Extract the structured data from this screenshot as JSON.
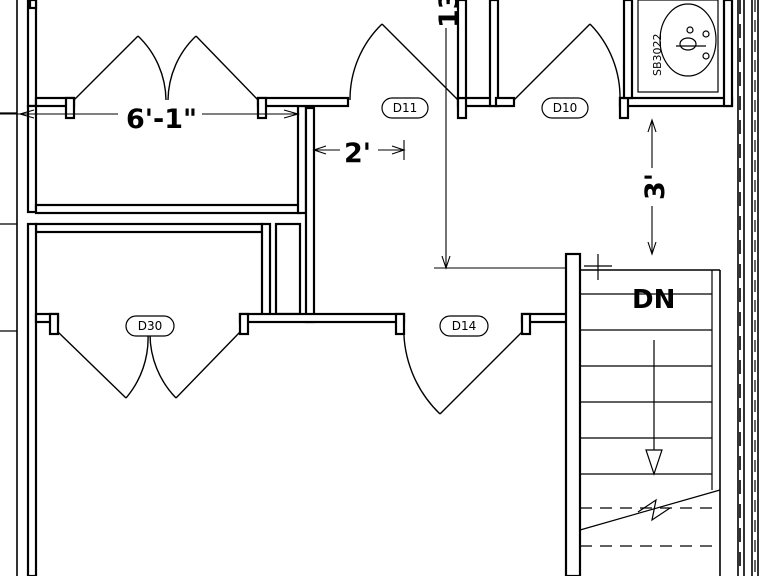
{
  "dimensions": {
    "width_a": "6'-1\"",
    "gap_a": "2'",
    "clearance_a": "3'",
    "height_partial": "13"
  },
  "doors": {
    "d11": "D11",
    "d10": "D10",
    "d30": "D30",
    "d14": "D14"
  },
  "stair": {
    "direction_label": "DN"
  },
  "fixture": {
    "sink_code": "SB3022"
  }
}
